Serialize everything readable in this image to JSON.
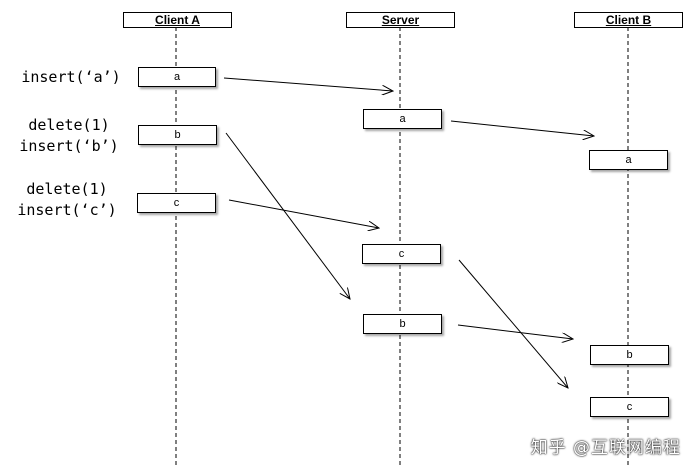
{
  "headers": {
    "client_a": "Client A",
    "server": "Server",
    "client_b": "Client B"
  },
  "client_a": {
    "ops": [
      {
        "lines": [
          "insert(‘a’)"
        ]
      },
      {
        "lines": [
          "delete(1)",
          "insert(‘b’)"
        ]
      },
      {
        "lines": [
          "delete(1)",
          "insert(‘c’)"
        ]
      }
    ],
    "boxes": [
      "a",
      "b",
      "c"
    ]
  },
  "server": {
    "boxes": [
      "a",
      "c",
      "b"
    ]
  },
  "client_b": {
    "boxes": [
      "a",
      "b",
      "c"
    ]
  },
  "watermark": "知乎 @互联网编程"
}
